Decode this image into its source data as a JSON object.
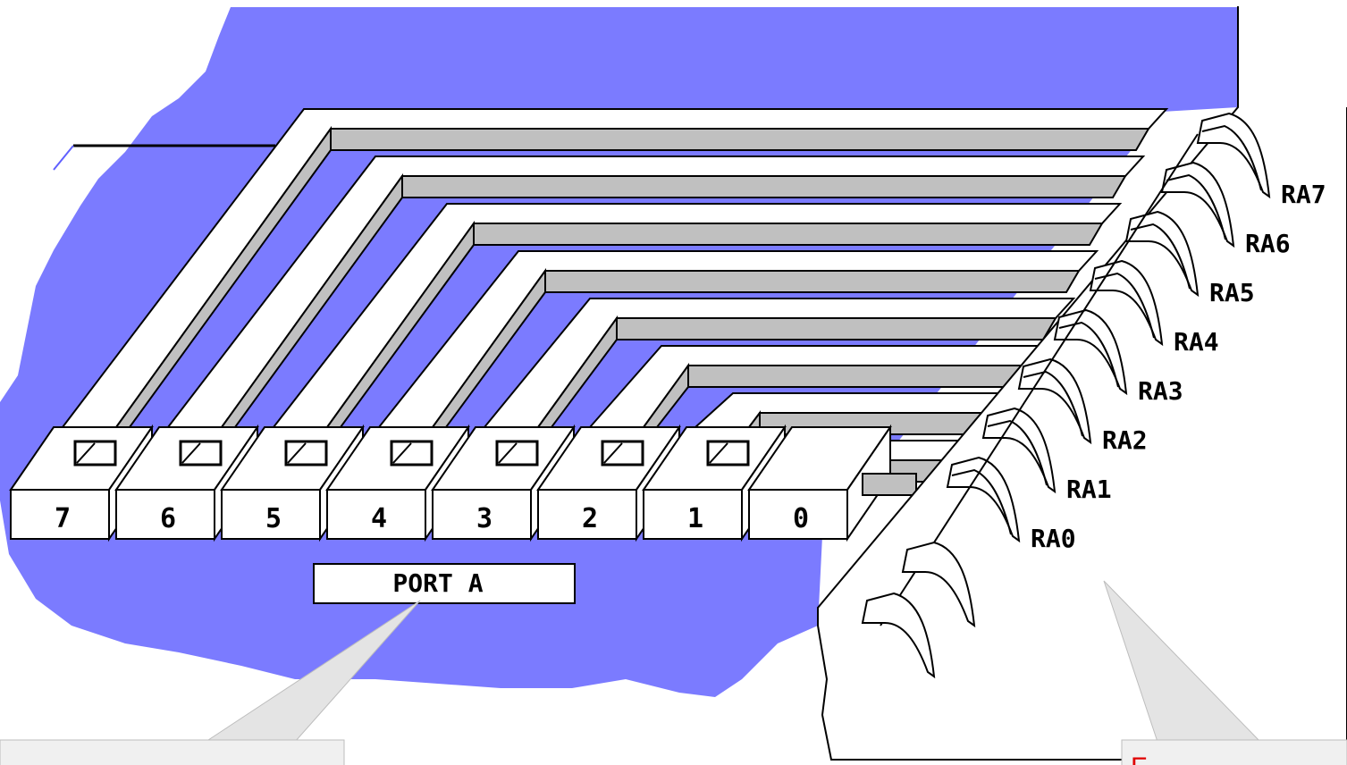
{
  "colors": {
    "board": "#7b7bff",
    "trace_top": "#ffffff",
    "trace_side": "#c0c0c0",
    "outline": "#000000",
    "callout_right_text": "#e00000"
  },
  "register": {
    "bits": [
      "7",
      "6",
      "5",
      "4",
      "3",
      "2",
      "1",
      "0"
    ],
    "name": "PORT A"
  },
  "pins": [
    "RA7",
    "RA6",
    "RA5",
    "RA4",
    "RA3",
    "RA2",
    "RA1",
    "RA0"
  ],
  "callouts": {
    "left_text": "",
    "right_text": "F"
  }
}
